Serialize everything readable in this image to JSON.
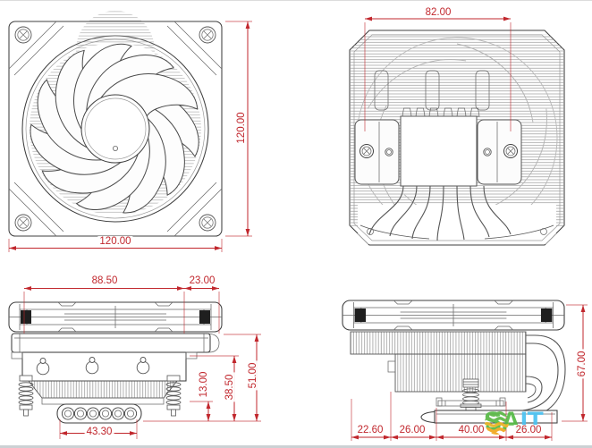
{
  "views": {
    "fan_front": {
      "dim_width": "120.00",
      "dim_height": "120.00"
    },
    "bottom_view": {
      "dim_mount_span": "82.00"
    },
    "side_view_a": {
      "dim_fin_width": "88.50",
      "dim_pipe_bend": "23.00",
      "dim_pipe_cluster": "43.30",
      "dim_base_height": "13.00",
      "dim_mid_height": "38.50",
      "dim_total_height": "51.00"
    },
    "side_view_b": {
      "dim_seg_1": "22.60",
      "dim_seg_2": "26.00",
      "dim_seg_3": "40.00",
      "dim_seg_4": "26.00",
      "dim_total_height": "67.00"
    }
  },
  "watermark": {
    "text_primary": "SA",
    "text_secondary": "IT"
  },
  "colors": {
    "dimension_red": "#c1272d",
    "line_dark": "#3f3f3f",
    "logo_green": "#55bb45",
    "logo_blue": "#4cc2f1",
    "wave_green": "#5cb847",
    "wave_yellow": "#f2a71e"
  }
}
